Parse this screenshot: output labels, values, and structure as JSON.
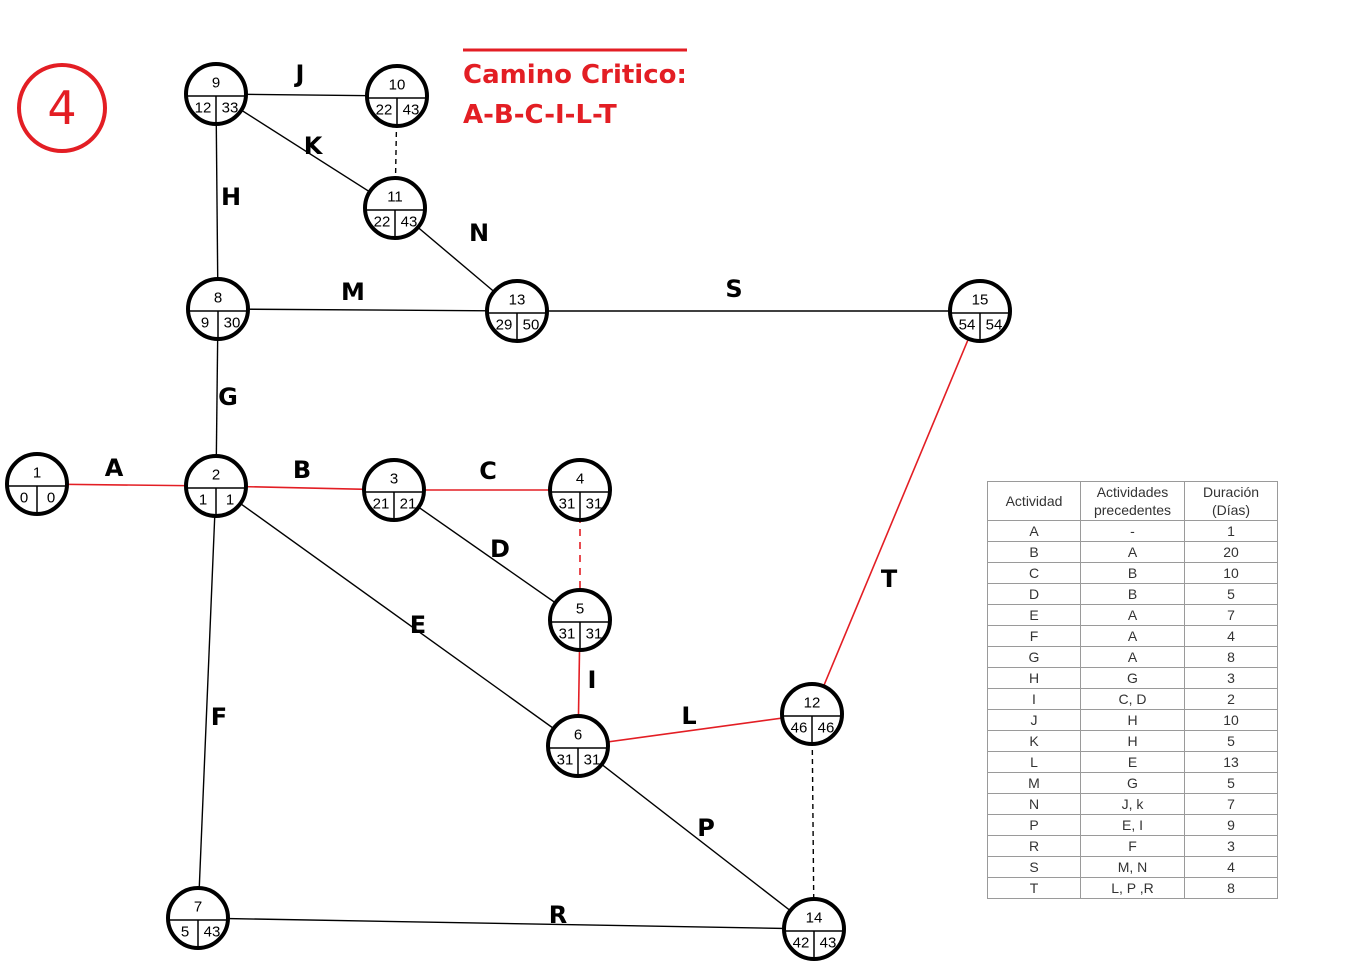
{
  "badge": {
    "number": "4"
  },
  "title": {
    "line1": "Camino Critico:",
    "line2": "A-B-C-I-L-T"
  },
  "colors": {
    "critical": "#e31e24",
    "normal": "#000000"
  },
  "nodes": [
    {
      "id": "1",
      "es": "0",
      "ls": "0"
    },
    {
      "id": "2",
      "es": "1",
      "ls": "1"
    },
    {
      "id": "3",
      "es": "21",
      "ls": "21"
    },
    {
      "id": "4",
      "es": "31",
      "ls": "31"
    },
    {
      "id": "5",
      "es": "31",
      "ls": "31"
    },
    {
      "id": "6",
      "es": "31",
      "ls": "31"
    },
    {
      "id": "7",
      "es": "5",
      "ls": "43"
    },
    {
      "id": "8",
      "es": "9",
      "ls": "30"
    },
    {
      "id": "9",
      "es": "12",
      "ls": "33"
    },
    {
      "id": "10",
      "es": "22",
      "ls": "43"
    },
    {
      "id": "11",
      "es": "22",
      "ls": "43"
    },
    {
      "id": "12",
      "es": "46",
      "ls": "46"
    },
    {
      "id": "13",
      "es": "29",
      "ls": "50"
    },
    {
      "id": "14",
      "es": "42",
      "ls": "43"
    },
    {
      "id": "15",
      "es": "54",
      "ls": "54"
    }
  ],
  "edges": [
    {
      "from": "1",
      "to": "2",
      "label": "A",
      "critical": true,
      "dummy": false
    },
    {
      "from": "2",
      "to": "3",
      "label": "B",
      "critical": true,
      "dummy": false
    },
    {
      "from": "3",
      "to": "4",
      "label": "C",
      "critical": true,
      "dummy": false
    },
    {
      "from": "3",
      "to": "5",
      "label": "D",
      "critical": false,
      "dummy": false
    },
    {
      "from": "2",
      "to": "6",
      "label": "E",
      "critical": false,
      "dummy": false
    },
    {
      "from": "2",
      "to": "7",
      "label": "F",
      "critical": false,
      "dummy": false
    },
    {
      "from": "2",
      "to": "8",
      "label": "G",
      "critical": false,
      "dummy": false
    },
    {
      "from": "8",
      "to": "9",
      "label": "H",
      "critical": false,
      "dummy": false
    },
    {
      "from": "5",
      "to": "6",
      "label": "I",
      "critical": true,
      "dummy": false
    },
    {
      "from": "9",
      "to": "10",
      "label": "J",
      "critical": false,
      "dummy": false
    },
    {
      "from": "9",
      "to": "11",
      "label": "K",
      "critical": false,
      "dummy": false
    },
    {
      "from": "6",
      "to": "12",
      "label": "L",
      "critical": true,
      "dummy": false
    },
    {
      "from": "8",
      "to": "13",
      "label": "M",
      "critical": false,
      "dummy": false
    },
    {
      "from": "11",
      "to": "13",
      "label": "N",
      "critical": false,
      "dummy": false
    },
    {
      "from": "6",
      "to": "14",
      "label": "P",
      "critical": false,
      "dummy": false
    },
    {
      "from": "7",
      "to": "14",
      "label": "R",
      "critical": false,
      "dummy": false
    },
    {
      "from": "13",
      "to": "15",
      "label": "S",
      "critical": false,
      "dummy": false
    },
    {
      "from": "12",
      "to": "15",
      "label": "T",
      "critical": true,
      "dummy": false
    },
    {
      "from": "4",
      "to": "5",
      "label": "",
      "critical": true,
      "dummy": true
    },
    {
      "from": "10",
      "to": "11",
      "label": "",
      "critical": false,
      "dummy": true
    },
    {
      "from": "12",
      "to": "14",
      "label": "",
      "critical": false,
      "dummy": true
    }
  ],
  "table": {
    "headers": [
      "Actividad",
      "Actividades precedentes",
      "Duración (Días)"
    ],
    "rows": [
      [
        "A",
        "-",
        "1"
      ],
      [
        "B",
        "A",
        "20"
      ],
      [
        "C",
        "B",
        "10"
      ],
      [
        "D",
        "B",
        "5"
      ],
      [
        "E",
        "A",
        "7"
      ],
      [
        "F",
        "A",
        "4"
      ],
      [
        "G",
        "A",
        "8"
      ],
      [
        "H",
        "G",
        "3"
      ],
      [
        "I",
        "C, D",
        "2"
      ],
      [
        "J",
        "H",
        "10"
      ],
      [
        "K",
        "H",
        "5"
      ],
      [
        "L",
        "E",
        "13"
      ],
      [
        "M",
        "G",
        "5"
      ],
      [
        "N",
        "J, k",
        "7"
      ],
      [
        "P",
        "E, I",
        "9"
      ],
      [
        "R",
        "F",
        "3"
      ],
      [
        "S",
        "M, N",
        "4"
      ],
      [
        "T",
        "L, P ,R",
        "8"
      ]
    ]
  }
}
